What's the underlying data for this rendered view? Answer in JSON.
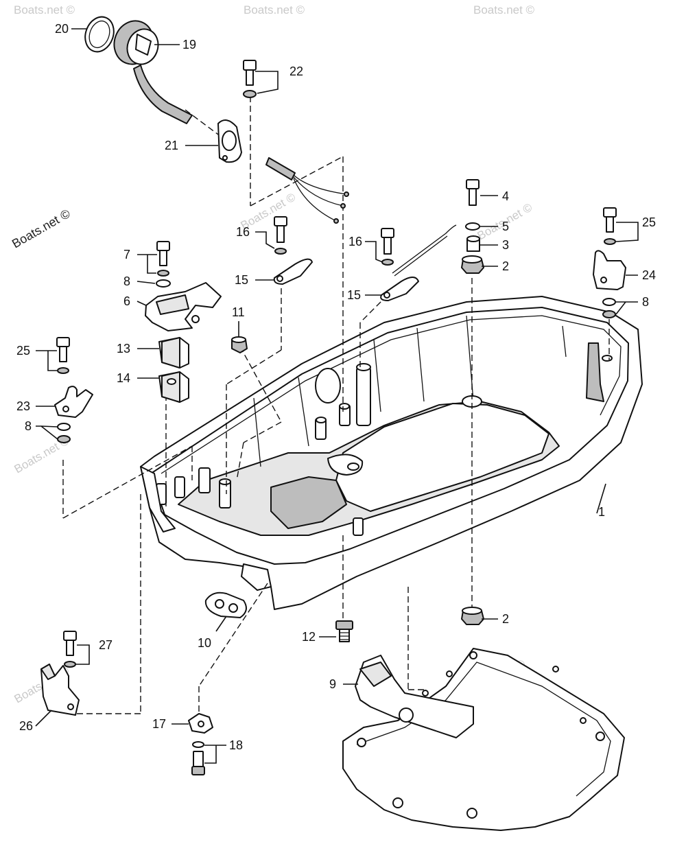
{
  "watermarks": {
    "main": "Boats.net ©",
    "faded": "Boats.net ©"
  },
  "callouts": {
    "c1": "1",
    "c2a": "2",
    "c2b": "2",
    "c3": "3",
    "c4": "4",
    "c5": "5",
    "c6": "6",
    "c7": "7",
    "c8a": "8",
    "c8b": "8",
    "c8c": "8",
    "c9": "9",
    "c10": "10",
    "c11": "11",
    "c12": "12",
    "c13": "13",
    "c14": "14",
    "c15a": "15",
    "c15b": "15",
    "c16a": "16",
    "c16b": "16",
    "c17": "17",
    "c18": "18",
    "c19": "19",
    "c20": "20",
    "c21": "21",
    "c22": "22",
    "c23": "23",
    "c24": "24",
    "c25a": "25",
    "c25b": "25",
    "c26": "26",
    "c27": "27"
  }
}
